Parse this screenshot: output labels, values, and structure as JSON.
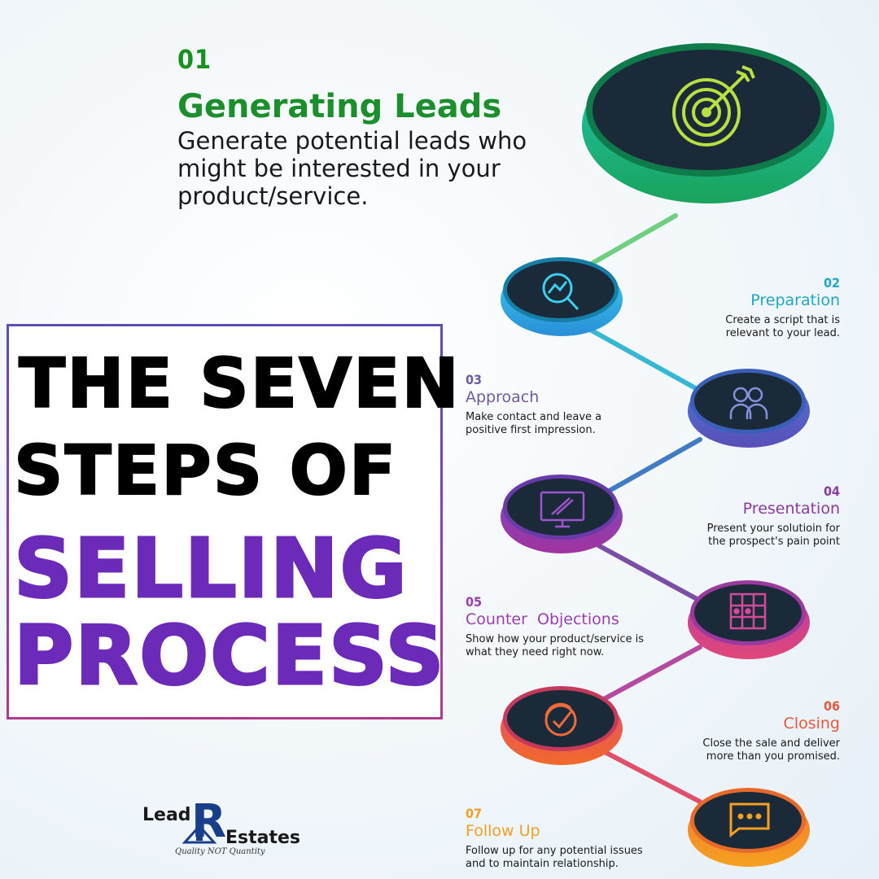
{
  "infographic": {
    "title_line1": "THE SEVEN",
    "title_line2": "STEPS OF",
    "title_line3": "SELLING",
    "title_line4": "PROCESS"
  },
  "steps": [
    {
      "number": "01",
      "title": "Generating Leads",
      "description": "Generate potential leads who might be interested in your product/service.",
      "icon": "target-icon",
      "color": "#1b8f2b"
    },
    {
      "number": "02",
      "title": "Preparation",
      "description": "Create a script that is relevant to your lead.",
      "icon": "magnifier-chart-icon",
      "color": "#1fa6c8"
    },
    {
      "number": "03",
      "title": "Approach",
      "description": "Make contact and leave a positive first impression.",
      "icon": "people-icon",
      "color": "#6f5aa8"
    },
    {
      "number": "04",
      "title": "Presentation",
      "description": "Present your solutioin for the prospect's pain point",
      "icon": "monitor-chart-icon",
      "color": "#8a3aa0"
    },
    {
      "number": "05",
      "title": "Counter  Objections",
      "description": "Show how your product/service is what they need right now.",
      "icon": "grid-icon",
      "color": "#9b3fb0"
    },
    {
      "number": "06",
      "title": "Closing",
      "description": "Close the sale and deliver more than you promised.",
      "icon": "checkmark-target-icon",
      "color": "#e55a3c"
    },
    {
      "number": "07",
      "title": "Follow Up",
      "description": "Follow up for any potential issues and to maintain relationship.",
      "icon": "chat-bubble-icon",
      "color": "#f0a020"
    }
  ],
  "logo": {
    "lead": "Lead",
    "letter": "R",
    "estates": "Estates",
    "tagline": "Quality NOT Quantity"
  }
}
